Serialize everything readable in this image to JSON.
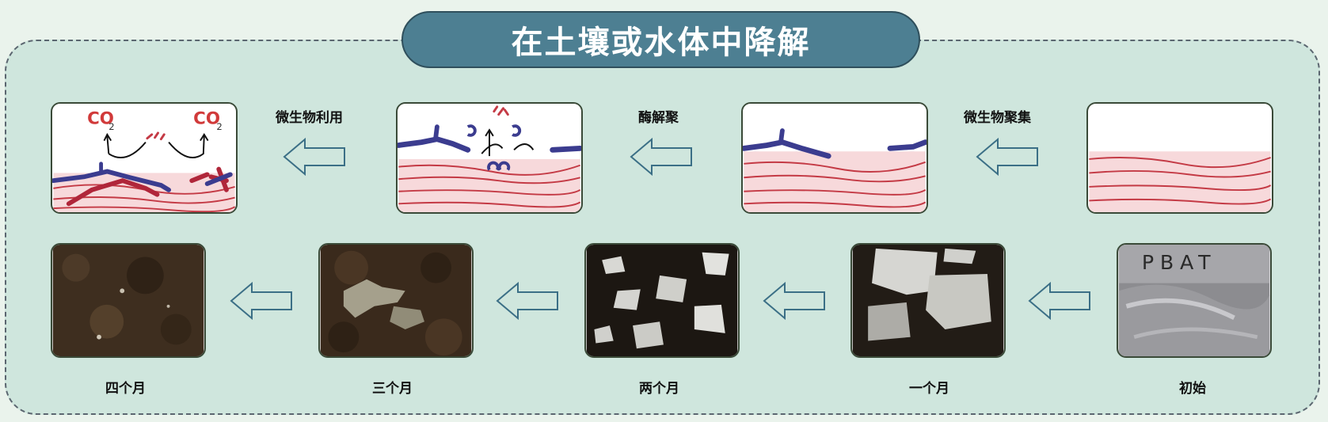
{
  "title": "在土壤或水体中降解",
  "top_row": {
    "tiles": [
      {
        "co2_left": "CO",
        "co2_right": "CO",
        "subscript": "2"
      }
    ],
    "labels": [
      "微生物利用",
      "酶解聚",
      "微生物聚集"
    ]
  },
  "bottom_row": {
    "labels": [
      "四个月",
      "三个月",
      "两个月",
      "一个月",
      "初始"
    ],
    "sample_text": "PBAT"
  },
  "colors": {
    "title_bg": "#4d7f92",
    "panel_bg": "#cfe6dd",
    "polymer_red": "#c43a45",
    "microbe_blue": "#3b3c8f",
    "arrow_stroke": "#3b6f86",
    "soil": "#3a2a1c"
  },
  "icons": [
    "left-arrow-icon"
  ]
}
